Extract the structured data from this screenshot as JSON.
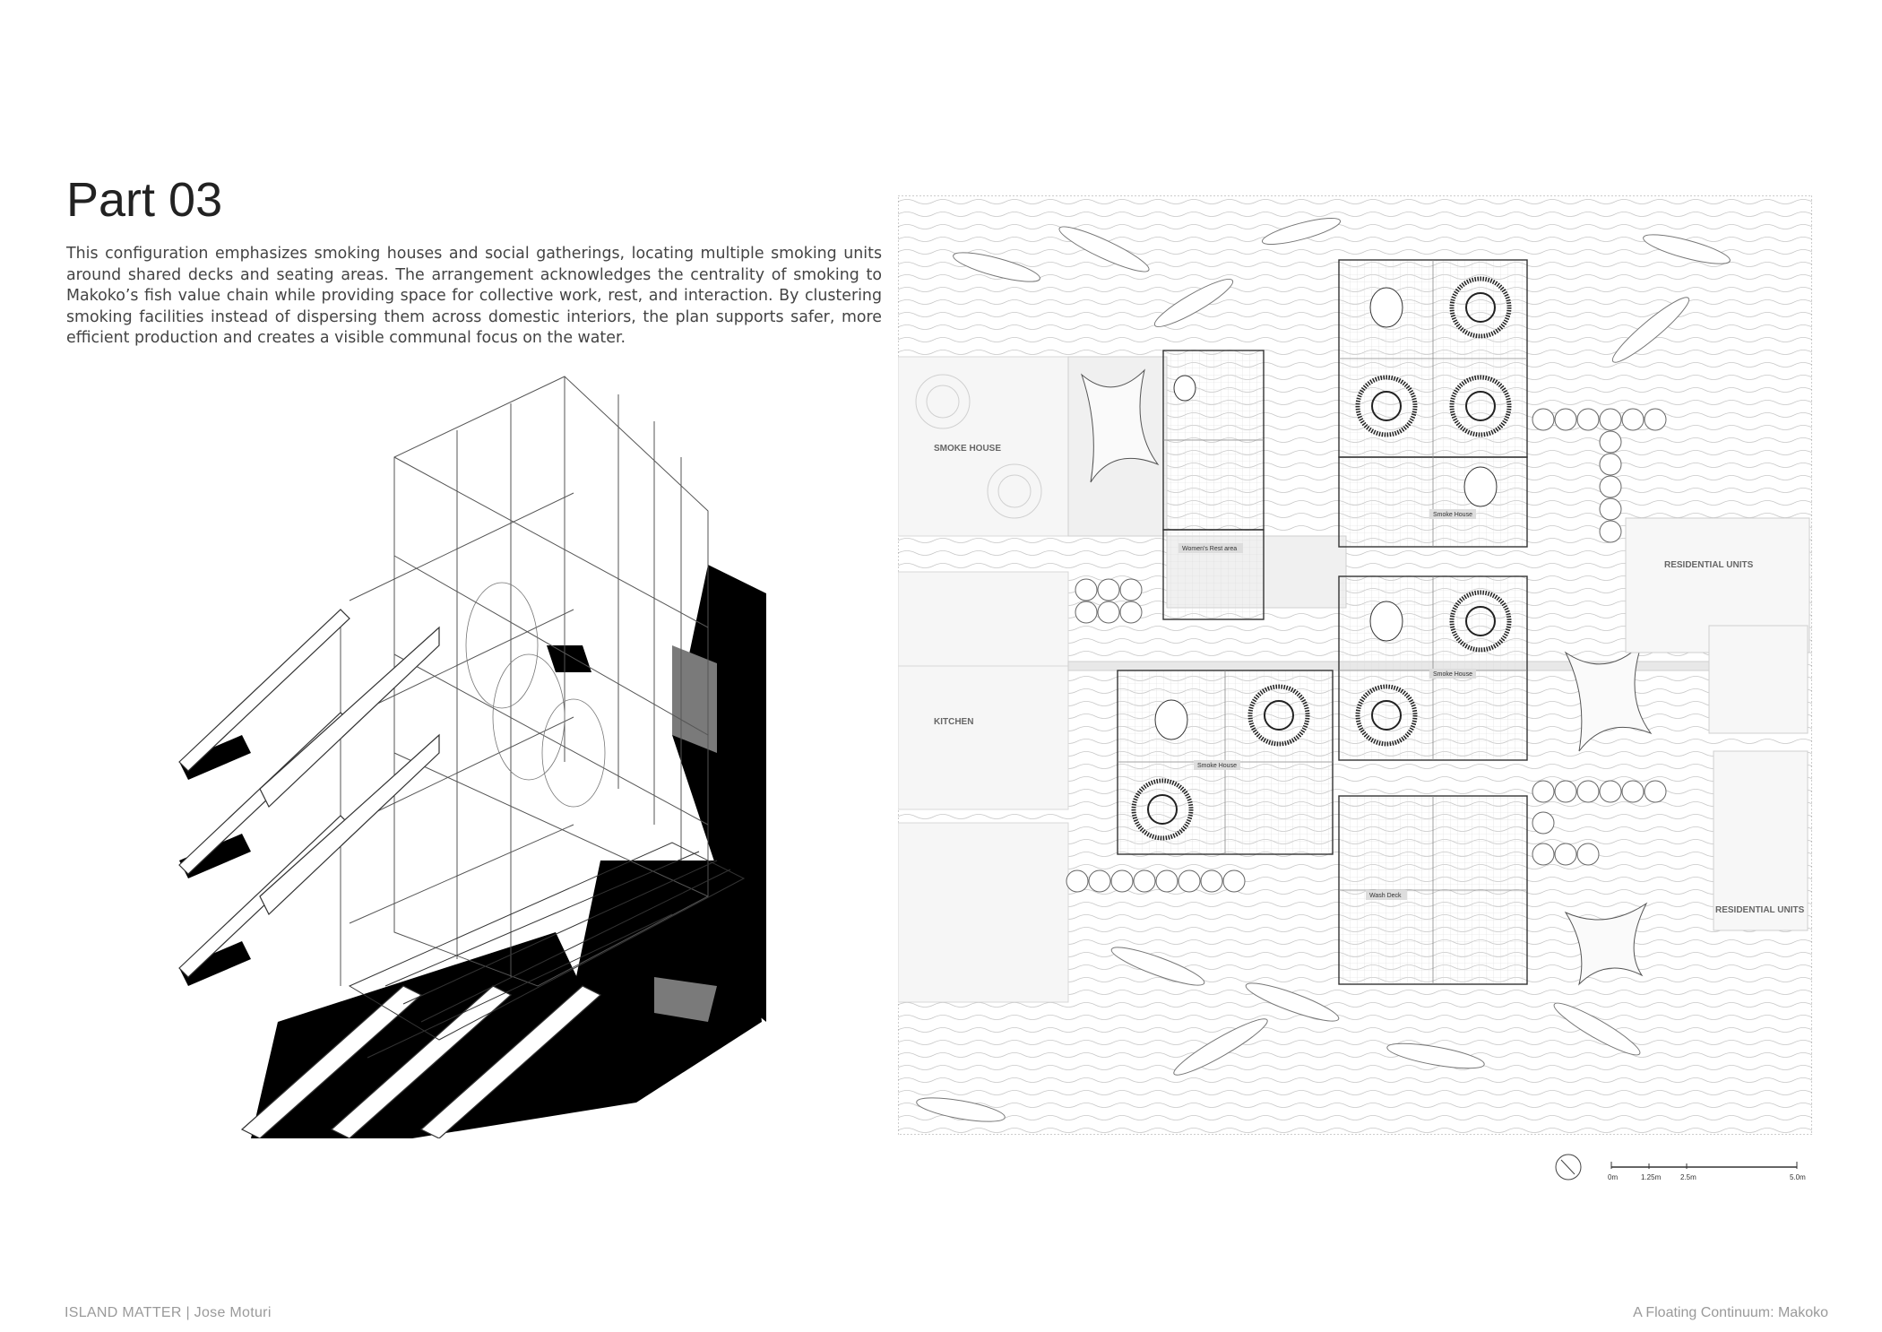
{
  "header": {
    "title": "Part 03",
    "intro": "This configuration emphasizes smoking houses and social gatherings, locating multiple smoking units around shared decks and seating areas. The arrangement acknowledges the centrality of smoking to Makoko’s fish value chain while providing space for collective work, rest, and interaction. By clustering smoking facilities instead of dispersing them across domestic interiors, the plan supports safer, more efficient production and creates a visible communal focus on the water."
  },
  "plan": {
    "labels": {
      "smoke_house_left": "SMOKE HOUSE",
      "kitchen": "KITCHEN",
      "residential_top": "RESIDENTIAL UNITS",
      "residential_bottom": "RESIDENTIAL UNITS",
      "womens_rest": "Women's Rest area",
      "smoke_house_a": "Smoke House",
      "smoke_house_b": "Smoke House",
      "smoke_house_c": "Smoke House",
      "wash_deck": "Wash Deck"
    },
    "scale_bar": {
      "ticks": [
        "0m",
        "1.25m",
        "2.5m",
        "5.0m"
      ]
    }
  },
  "footer": {
    "left": "ISLAND MATTER |  Jose Moturi",
    "right": "A Floating Continuum: Makoko"
  }
}
